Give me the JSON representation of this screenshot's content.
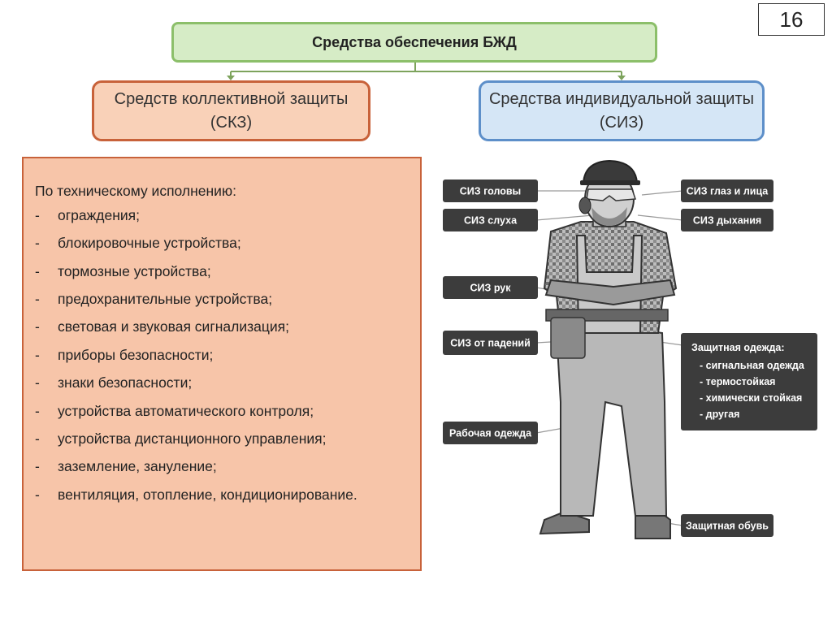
{
  "slide_number": "16",
  "header": {
    "title": "Средства обеспечения БЖД"
  },
  "collective": {
    "title": "Средств коллективной защиты (СКЗ)"
  },
  "individual": {
    "title": "Средства индивидуальной защиты (СИЗ)"
  },
  "skz_list": {
    "heading": "По техническому исполнению:",
    "items": [
      "ограждения;",
      "блокировочные устройства;",
      "тормозные устройства;",
      "предохранительные устройства;",
      "световая и звуковая сигнализация;",
      "приборы безопасности;",
      "знаки безопасности;",
      "устройства автоматического контроля;",
      "устройства дистанционного управления;",
      "заземление, зануление;",
      "вентиляция, отопление, кондиционирование."
    ]
  },
  "worker_labels": {
    "head": "СИЗ головы",
    "hearing": "СИЗ слуха",
    "hands": "СИЗ рук",
    "fall": "СИЗ от падений",
    "workwear": "Рабочая одежда",
    "eyes_face": "СИЗ глаз и лица",
    "breathing": "СИЗ дыхания",
    "protective_clothing": {
      "title": "Защитная одежда:",
      "items": [
        "- сигнальная одежда",
        "- термостойкая",
        "- химически стойкая",
        "- другая"
      ]
    },
    "footwear": "Защитная обувь"
  },
  "colors": {
    "header_fill": "#d6ecc6",
    "header_border": "#8cbf6a",
    "skz_fill": "#f9d1b8",
    "skz_border": "#c8623a",
    "siz_fill": "#d5e6f6",
    "siz_border": "#5d8fc9",
    "list_fill": "#f7c5a9",
    "label_fill": "#3c3c3c"
  }
}
